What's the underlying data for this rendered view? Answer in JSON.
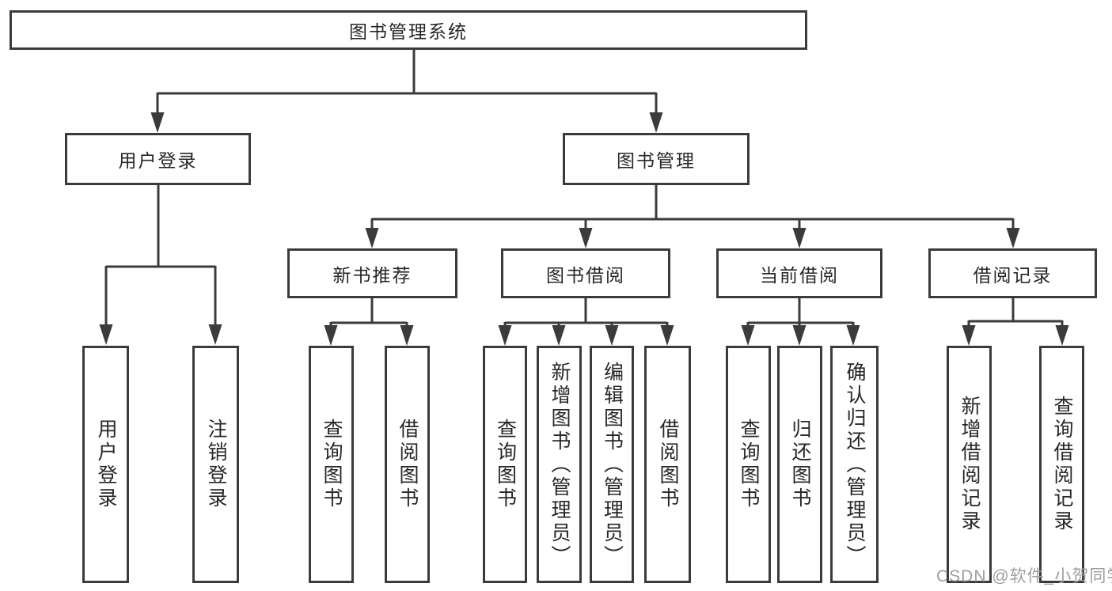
{
  "diagram": {
    "type": "hierarchy-tree",
    "watermark": "CSDN @软件_小贺同学",
    "colors": {
      "line": "#3b3b3b",
      "text": "#272727",
      "box_background": "#ffffff",
      "watermark": "#9e9e9e"
    },
    "nodes": {
      "root": {
        "label": "图书管理系统",
        "level": 1
      },
      "user_login": {
        "label": "用户登录",
        "level": 2
      },
      "book_mgmt": {
        "label": "图书管理",
        "level": 2
      },
      "new_books": {
        "label": "新书推荐",
        "level": 3
      },
      "borrow": {
        "label": "图书借阅",
        "level": 3
      },
      "current": {
        "label": "当前借阅",
        "level": 3
      },
      "records": {
        "label": "借阅记录",
        "level": 3
      },
      "login": {
        "label": "用户登录",
        "level": 4
      },
      "logout": {
        "label": "注销登录",
        "level": 4
      },
      "nb_query": {
        "label": "查询图书",
        "level": 4
      },
      "nb_borrow": {
        "label": "借阅图书",
        "level": 4
      },
      "bw_query": {
        "label": "查询图书",
        "level": 4
      },
      "bw_add": {
        "label": "新增图书（管理员）",
        "level": 4
      },
      "bw_edit": {
        "label": "编辑图书（管理员）",
        "level": 4
      },
      "bw_borrow": {
        "label": "借阅图书",
        "level": 4
      },
      "cur_query": {
        "label": "查询图书",
        "level": 4
      },
      "cur_return": {
        "label": "归还图书",
        "level": 4
      },
      "cur_confirm": {
        "label": "确认归还（管理员）",
        "level": 4
      },
      "rec_add": {
        "label": "新增借阅记录",
        "level": 4
      },
      "rec_query": {
        "label": "查询借阅记录",
        "level": 4
      }
    },
    "edges": [
      [
        "root",
        "user_login"
      ],
      [
        "root",
        "book_mgmt"
      ],
      [
        "user_login",
        "login"
      ],
      [
        "user_login",
        "logout"
      ],
      [
        "book_mgmt",
        "new_books"
      ],
      [
        "book_mgmt",
        "borrow"
      ],
      [
        "book_mgmt",
        "current"
      ],
      [
        "book_mgmt",
        "records"
      ],
      [
        "new_books",
        "nb_query"
      ],
      [
        "new_books",
        "nb_borrow"
      ],
      [
        "borrow",
        "bw_query"
      ],
      [
        "borrow",
        "bw_add"
      ],
      [
        "borrow",
        "bw_edit"
      ],
      [
        "borrow",
        "bw_borrow"
      ],
      [
        "current",
        "cur_query"
      ],
      [
        "current",
        "cur_return"
      ],
      [
        "current",
        "cur_confirm"
      ],
      [
        "records",
        "rec_add"
      ],
      [
        "records",
        "rec_query"
      ]
    ]
  }
}
